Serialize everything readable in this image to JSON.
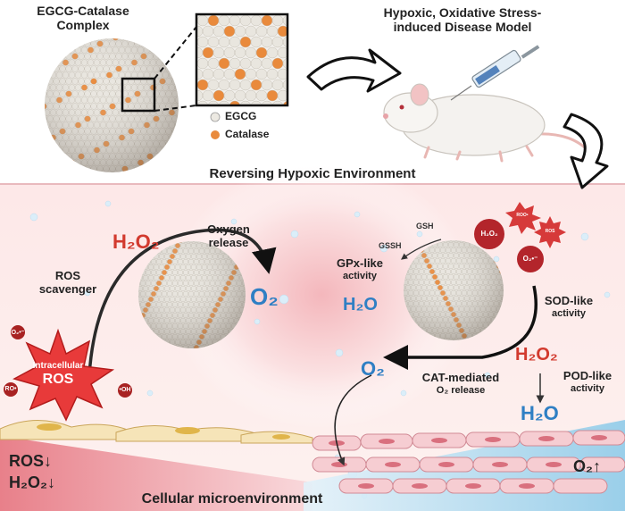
{
  "top": {
    "complex_title": [
      "EGCG-Catalase",
      "Complex"
    ],
    "legend": {
      "egcg": "EGCG",
      "catalase": "Catalase"
    },
    "model_title": [
      "Hypoxic, Oxidative Stress-",
      "induced Disease Model"
    ]
  },
  "banner": "Reversing Hypoxic Environment",
  "left": {
    "h2o2": "H₂O₂",
    "oxygen_release": [
      "Oxygen",
      "release"
    ],
    "ros_scavenger": [
      "ROS",
      "scavenger"
    ],
    "o2": "O₂",
    "ros_burst": [
      "Intracellular",
      "ROS"
    ],
    "radicals": [
      "O₂•⁻",
      "RO•",
      "•OH"
    ]
  },
  "right": {
    "gsh": "GSH",
    "gssh": "GSSH",
    "gpx": [
      "GPx-like",
      "activity"
    ],
    "h2o_gpx": "H₂O",
    "ros_tags": [
      "H₂O₂",
      "ROO•",
      "ROS",
      "O₂•⁻"
    ],
    "sod": [
      "SOD-like",
      "activity"
    ],
    "o2": "O₂",
    "cat": [
      "CAT-mediated",
      "O₂ release"
    ],
    "h2o2": "H₂O₂",
    "pod": [
      "POD-like",
      "activity"
    ],
    "h2o_pod": "H₂O"
  },
  "bottom": {
    "ros_down": "ROS↓",
    "h2o2_down": "H₂O₂↓",
    "o2_up": "O₂↑",
    "caption": "Cellular microenvironment"
  },
  "colors": {
    "egcg": "#e9e6df",
    "catalase": "#e98a3c",
    "accent_red": "#d23a2e",
    "accent_blue": "#2f7fc4"
  }
}
